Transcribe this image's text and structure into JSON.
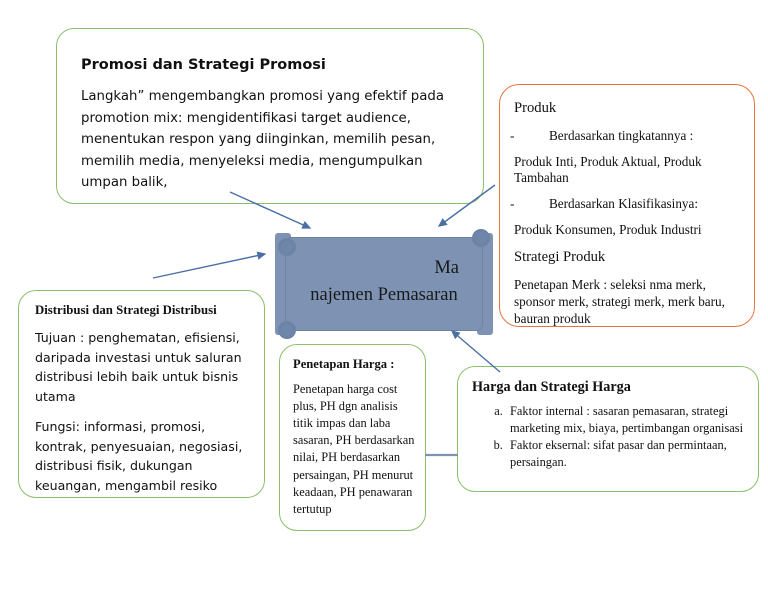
{
  "diagram": {
    "title": "Manajemen Pemasaran mind map",
    "colors": {
      "green_border": "#8bbf6a",
      "orange_border": "#e8733c",
      "center_fill": "#7e93b3",
      "connector": "#4a6fa5"
    },
    "center": {
      "name": "manajemen-pemasaran",
      "line1": "Ma",
      "line2": "najemen Pemasaran"
    },
    "promosi": {
      "heading": "Promosi dan Strategi Promosi",
      "body": "Langkah” mengembangkan promosi yang efektif pada promotion mix: mengidentifikasi target audience, menentukan respon yang diinginkan, memilih pesan, memilih media, menyeleksi media, mengumpulkan umpan balik,"
    },
    "produk": {
      "heading": "Produk",
      "bullet1_dash": "-",
      "bullet1": "Berdasarkan tingkatannya :",
      "line1": "Produk Inti, Produk Aktual, Produk Tambahan",
      "bullet2_dash": "-",
      "bullet2": "Berdasarkan Klasifikasinya:",
      "line2": "Produk Konsumen, Produk Industri",
      "subheading": "Strategi Produk",
      "line3": "Penetapan Merk : seleksi nma merk, sponsor merk, strategi merk, merk baru, bauran produk"
    },
    "distribusi": {
      "heading": "Distribusi dan Strategi Distribusi",
      "para1": "Tujuan : penghematan, efisiensi, daripada investasi untuk saluran distribusi lebih baik untuk  bisnis utama",
      "para2": "Fungsi: informasi, promosi, kontrak, penyesuaian, negosiasi, distribusi fisik, dukungan keuangan, mengambil resiko"
    },
    "penetapan_harga": {
      "heading": "Penetapan Harga :",
      "body": "Penetapan harga cost plus, PH dgn analisis titik impas dan laba sasaran, PH berdasarkan nilai, PH berdasarkan persaingan, PH menurut keadaan, PH penawaran tertutup"
    },
    "harga_strategi": {
      "heading": "Harga dan Strategi Harga",
      "items": [
        "Faktor internal : sasaran pemasaran, strategi marketing mix, biaya, pertimbangan organisasi",
        "Faktor eksernal: sifat pasar dan permintaan, persaingan."
      ]
    }
  }
}
